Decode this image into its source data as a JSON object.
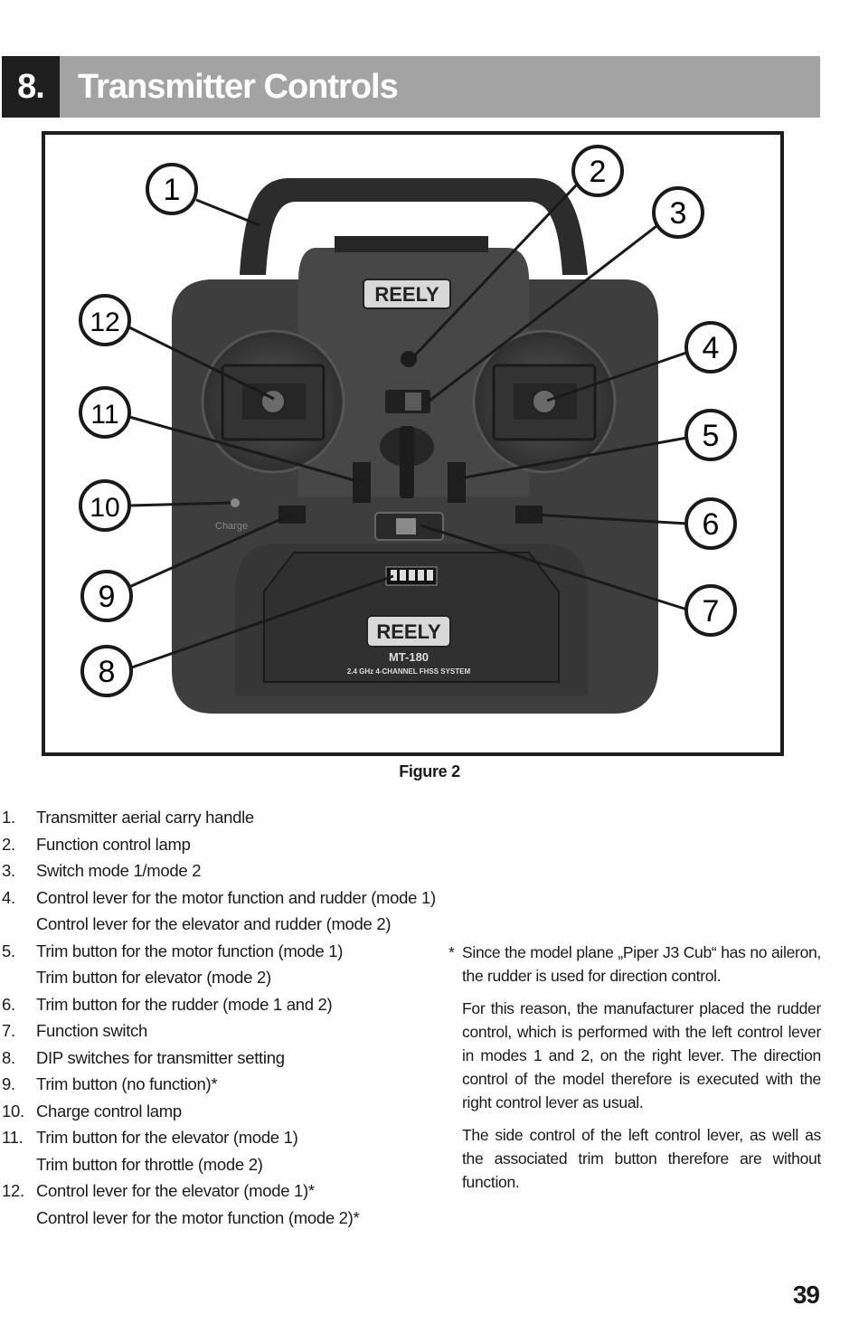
{
  "section": {
    "number": "8.",
    "title": "Transmitter Controls"
  },
  "figure": {
    "caption": "Figure 2",
    "brand_top": "REELY",
    "brand_bottom": "REELY",
    "model": "MT-180",
    "system": "2.4 GHz 4-CHANNEL FHSS SYSTEM",
    "charge_label": "Charge",
    "callouts": [
      "1",
      "2",
      "3",
      "4",
      "5",
      "6",
      "7",
      "8",
      "9",
      "10",
      "11",
      "12"
    ]
  },
  "list": [
    {
      "num": "1.",
      "text": "Transmitter aerial carry handle"
    },
    {
      "num": "2.",
      "text": "Function control lamp"
    },
    {
      "num": "3.",
      "text": "Switch mode 1/mode 2"
    },
    {
      "num": "4.",
      "text": "Control lever for the motor function and rudder (mode 1)"
    },
    {
      "num": "",
      "text": "Control lever for the elevator and rudder (mode 2)"
    },
    {
      "num": "5.",
      "text": "Trim button for the motor function (mode 1)"
    },
    {
      "num": "",
      "text": "Trim button for elevator (mode 2)"
    },
    {
      "num": "6.",
      "text": "Trim button for the rudder (mode 1 and 2)"
    },
    {
      "num": "7.",
      "text": "Function switch"
    },
    {
      "num": "8.",
      "text": "DIP switches for transmitter setting"
    },
    {
      "num": "9.",
      "text": "Trim button (no function)*"
    },
    {
      "num": "10.",
      "text": "Charge control lamp"
    },
    {
      "num": "11.",
      "text": "Trim button for the elevator (mode 1)"
    },
    {
      "num": "",
      "text": "Trim button for throttle (mode 2)"
    },
    {
      "num": "12.",
      "text": "Control lever for the elevator (mode 1)*"
    },
    {
      "num": "",
      "text": "Control lever for the motor function (mode 2)*"
    }
  ],
  "note": {
    "star": "*",
    "p1": "Since the model plane „Piper J3 Cub“ has no aileron, the rudder is used for direction control.",
    "p2": "For this reason, the manufacturer placed the rudder control, which is performed with the left control lever in modes 1 and 2, on the right lever. The direction control of the model therefore is executed with the right control lever as usual.",
    "p3": "The side control of the left control lever, as well as the associated trim button therefore are without function."
  },
  "page_number": "39"
}
